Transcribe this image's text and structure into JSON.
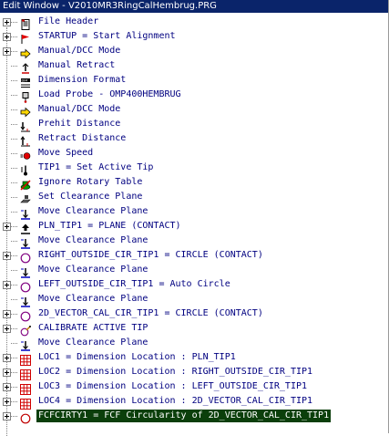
{
  "window": {
    "title": "Edit Window - V2010MR3RingCalHembrug.PRG"
  },
  "rows": [
    {
      "label": "File Header",
      "icon": "document-icon",
      "expandable": true
    },
    {
      "label": "STARTUP = Start Alignment",
      "icon": "startup-flag-icon",
      "expandable": true
    },
    {
      "label": "Manual/DCC Mode",
      "icon": "mode-arrow-icon",
      "expandable": true
    },
    {
      "label": "Manual Retract",
      "icon": "retract-icon",
      "expandable": false
    },
    {
      "label": "Dimension Format",
      "icon": "dimension-format-icon",
      "expandable": false
    },
    {
      "label": "Load Probe - OMP400HEMBRUG",
      "icon": "probe-icon",
      "expandable": false
    },
    {
      "label": "Manual/DCC Mode",
      "icon": "mode-arrow-icon",
      "expandable": false
    },
    {
      "label": "Prehit Distance",
      "icon": "prehit-icon",
      "expandable": false
    },
    {
      "label": "Retract Distance",
      "icon": "retract-distance-icon",
      "expandable": false
    },
    {
      "label": "Move Speed",
      "icon": "move-speed-icon",
      "expandable": false
    },
    {
      "label": "TIP1 = Set Active Tip",
      "icon": "tip-icon",
      "expandable": false
    },
    {
      "label": "Ignore Rotary Table",
      "icon": "rotary-table-icon",
      "expandable": false
    },
    {
      "label": "Set Clearance Plane",
      "icon": "clearance-plane-icon",
      "expandable": false
    },
    {
      "label": "Move Clearance Plane",
      "icon": "move-clearance-icon",
      "expandable": false,
      "sub": true
    },
    {
      "label": "PLN_TIP1 = PLANE (CONTACT)",
      "icon": "plane-icon",
      "expandable": true
    },
    {
      "label": "Move Clearance Plane",
      "icon": "move-clearance-icon",
      "expandable": false,
      "sub": true
    },
    {
      "label": "RIGHT_OUTSIDE_CIR_TIP1 = CIRCLE (CONTACT)",
      "icon": "circle-icon",
      "expandable": true
    },
    {
      "label": "Move Clearance Plane",
      "icon": "move-clearance-icon",
      "expandable": false,
      "sub": true
    },
    {
      "label": "LEFT_OUTSIDE_CIR_TIP1 = Auto Circle",
      "icon": "circle-icon",
      "expandable": true
    },
    {
      "label": "Move Clearance Plane",
      "icon": "move-clearance-icon",
      "expandable": false,
      "sub": true
    },
    {
      "label": "2D_VECTOR_CAL_CIR_TIP1 = CIRCLE (CONTACT)",
      "icon": "circle-icon",
      "expandable": true
    },
    {
      "label": "CALIBRATE ACTIVE TIP",
      "icon": "calibrate-icon",
      "expandable": true
    },
    {
      "label": "Move Clearance Plane",
      "icon": "move-clearance-icon",
      "expandable": false,
      "sub": true
    },
    {
      "label": "LOC1 = Dimension Location : PLN_TIP1",
      "icon": "grid-dimension-icon",
      "expandable": true
    },
    {
      "label": "LOC2 = Dimension Location : RIGHT_OUTSIDE_CIR_TIP1",
      "icon": "grid-dimension-icon",
      "expandable": true
    },
    {
      "label": "LOC3 = Dimension Location : LEFT_OUTSIDE_CIR_TIP1",
      "icon": "grid-dimension-icon",
      "expandable": true
    },
    {
      "label": "LOC4 = Dimension Location : 2D_VECTOR_CAL_CIR_TIP1",
      "icon": "grid-dimension-icon",
      "expandable": true
    },
    {
      "label": "FCFCIRTY1 = FCF Circularity of 2D_VECTOR_CAL_CIR_TIP1",
      "icon": "circularity-icon",
      "expandable": true,
      "selected": true
    }
  ]
}
